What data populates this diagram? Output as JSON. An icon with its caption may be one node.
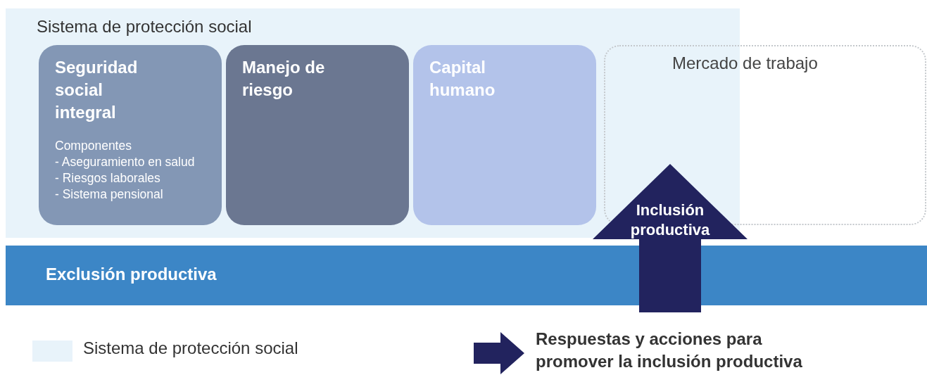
{
  "diagram": {
    "nodes": [
      {
        "text": [
          "Sistema de protección social"
        ]
      },
      {
        "text": [
          "Seguridad social integral",
          "Componentes",
          "- Aseguramiento en salud",
          "- Riesgos laborales",
          "- Sistema pensional"
        ],
        "in": 0
      },
      {
        "text": [
          "Manejo de riesgo"
        ],
        "in": 0
      },
      {
        "text": [
          "Capital humano"
        ],
        "in": 0
      },
      {
        "text": [
          "Mercado de trabajo"
        ]
      },
      {
        "text": [
          "Exclusión productiva"
        ]
      }
    ],
    "edges": [
      {
        "from": 5,
        "to": 4,
        "arrow": "to",
        "label": "Inclusión productiva",
        "style": "thick",
        "color": "#22235e"
      }
    ],
    "legend": [
      {
        "text": "Sistema de protección social",
        "color": "#e8f3fa"
      },
      {
        "text": "Respuestas y acciones para promover la inclusión productiva"
      }
    ]
  }
}
